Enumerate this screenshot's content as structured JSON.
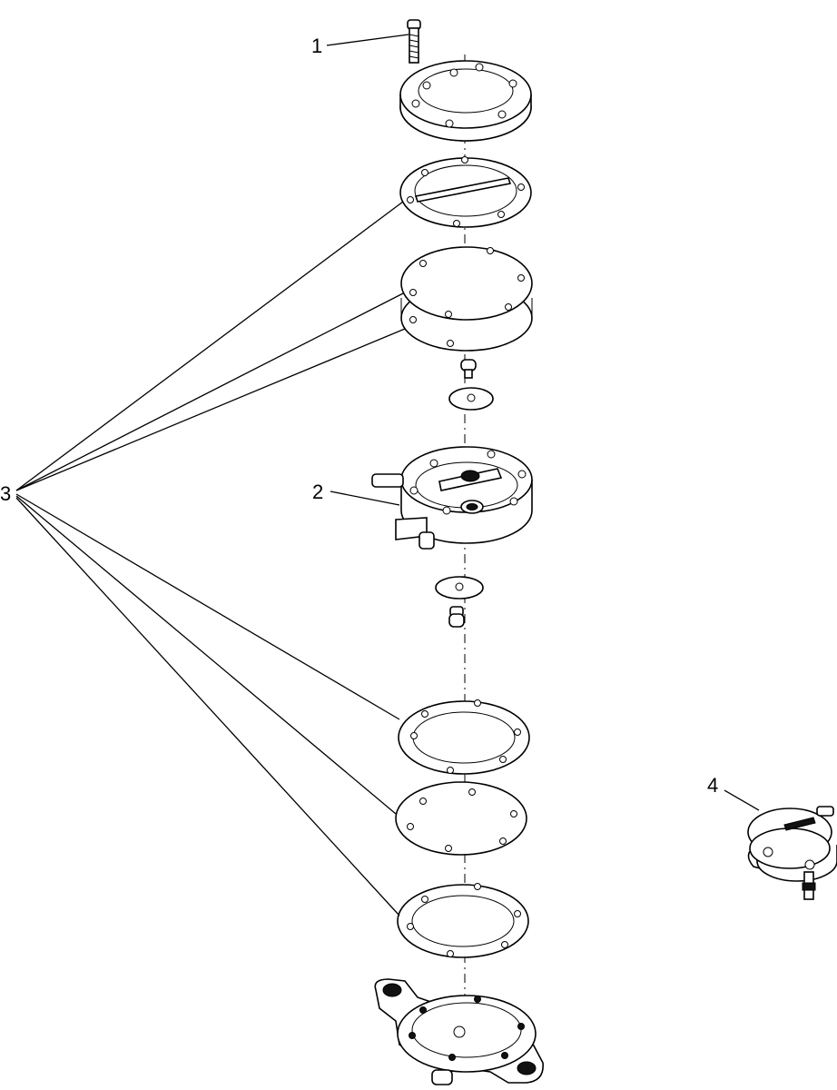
{
  "callouts": {
    "c1": "1",
    "c2": "2",
    "c3": "3",
    "c4": "4"
  },
  "parts": [
    {
      "number": "1",
      "icon": "screw"
    },
    {
      "number": "2",
      "icon": "pump-body"
    },
    {
      "number": "3",
      "icon": "gasket-diaphragm-kit"
    },
    {
      "number": "4",
      "icon": "fuel-pump-assembly"
    }
  ]
}
